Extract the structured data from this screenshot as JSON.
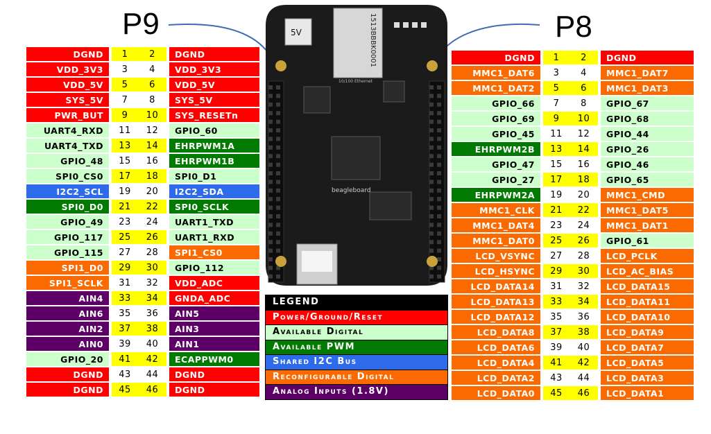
{
  "p9_label": "P9",
  "p8_label": "P8",
  "colors": {
    "red": "#ff0000",
    "lgreen": "#ccffcc",
    "dgreen": "#007a00",
    "blue": "#2e6bea",
    "orange": "#fa6a00",
    "purple": "#5c0066"
  },
  "p9": [
    {
      "l": "DGND",
      "lc": "red",
      "a": "1",
      "b": "2",
      "y": true,
      "r": "DGND",
      "rc": "red"
    },
    {
      "l": "VDD_3V3",
      "lc": "red",
      "a": "3",
      "b": "4",
      "y": false,
      "r": "VDD_3V3",
      "rc": "red"
    },
    {
      "l": "VDD_5V",
      "lc": "red",
      "a": "5",
      "b": "6",
      "y": true,
      "r": "VDD_5V",
      "rc": "red"
    },
    {
      "l": "SYS_5V",
      "lc": "red",
      "a": "7",
      "b": "8",
      "y": false,
      "r": "SYS_5V",
      "rc": "red"
    },
    {
      "l": "PWR_BUT",
      "lc": "red",
      "a": "9",
      "b": "10",
      "y": true,
      "r": "SYS_RESETn",
      "rc": "red"
    },
    {
      "l": "UART4_RXD",
      "lc": "lgreen",
      "a": "11",
      "b": "12",
      "y": false,
      "r": "GPIO_60",
      "rc": "lgreen"
    },
    {
      "l": "UART4_TXD",
      "lc": "lgreen",
      "a": "13",
      "b": "14",
      "y": true,
      "r": "EHRPWM1A",
      "rc": "dgreen"
    },
    {
      "l": "GPIO_48",
      "lc": "lgreen",
      "a": "15",
      "b": "16",
      "y": false,
      "r": "EHRPWM1B",
      "rc": "dgreen"
    },
    {
      "l": "SPI0_CS0",
      "lc": "lgreen",
      "a": "17",
      "b": "18",
      "y": true,
      "r": "SPI0_D1",
      "rc": "lgreen"
    },
    {
      "l": "I2C2_SCL",
      "lc": "blue",
      "a": "19",
      "b": "20",
      "y": false,
      "r": "I2C2_SDA",
      "rc": "blue"
    },
    {
      "l": "SPI0_D0",
      "lc": "dgreen",
      "a": "21",
      "b": "22",
      "y": true,
      "r": "SPI0_SCLK",
      "rc": "dgreen"
    },
    {
      "l": "GPIO_49",
      "lc": "lgreen",
      "a": "23",
      "b": "24",
      "y": false,
      "r": "UART1_TXD",
      "rc": "lgreen"
    },
    {
      "l": "GPIO_117",
      "lc": "lgreen",
      "a": "25",
      "b": "26",
      "y": true,
      "r": "UART1_RXD",
      "rc": "lgreen"
    },
    {
      "l": "GPIO_115",
      "lc": "lgreen",
      "a": "27",
      "b": "28",
      "y": false,
      "r": "SPI1_CS0",
      "rc": "orange"
    },
    {
      "l": "SPI1_D0",
      "lc": "orange",
      "a": "29",
      "b": "30",
      "y": true,
      "r": "GPIO_112",
      "rc": "lgreen"
    },
    {
      "l": "SPI1_SCLK",
      "lc": "orange",
      "a": "31",
      "b": "32",
      "y": false,
      "r": "VDD_ADC",
      "rc": "red"
    },
    {
      "l": "AIN4",
      "lc": "purple",
      "a": "33",
      "b": "34",
      "y": true,
      "r": "GNDA_ADC",
      "rc": "red"
    },
    {
      "l": "AIN6",
      "lc": "purple",
      "a": "35",
      "b": "36",
      "y": false,
      "r": "AIN5",
      "rc": "purple"
    },
    {
      "l": "AIN2",
      "lc": "purple",
      "a": "37",
      "b": "38",
      "y": true,
      "r": "AIN3",
      "rc": "purple"
    },
    {
      "l": "AIN0",
      "lc": "purple",
      "a": "39",
      "b": "40",
      "y": false,
      "r": "AIN1",
      "rc": "purple"
    },
    {
      "l": "GPIO_20",
      "lc": "lgreen",
      "a": "41",
      "b": "42",
      "y": true,
      "r": "ECAPPWM0",
      "rc": "dgreen"
    },
    {
      "l": "DGND",
      "lc": "red",
      "a": "43",
      "b": "44",
      "y": false,
      "r": "DGND",
      "rc": "red"
    },
    {
      "l": "DGND",
      "lc": "red",
      "a": "45",
      "b": "46",
      "y": true,
      "r": "DGND",
      "rc": "red"
    }
  ],
  "p8": [
    {
      "l": "DGND",
      "lc": "red",
      "a": "1",
      "b": "2",
      "y": true,
      "r": "DGND",
      "rc": "red"
    },
    {
      "l": "MMC1_DAT6",
      "lc": "orange",
      "a": "3",
      "b": "4",
      "y": false,
      "r": "MMC1_DAT7",
      "rc": "orange"
    },
    {
      "l": "MMC1_DAT2",
      "lc": "orange",
      "a": "5",
      "b": "6",
      "y": true,
      "r": "MMC1_DAT3",
      "rc": "orange"
    },
    {
      "l": "GPIO_66",
      "lc": "lgreen",
      "a": "7",
      "b": "8",
      "y": false,
      "r": "GPIO_67",
      "rc": "lgreen"
    },
    {
      "l": "GPIO_69",
      "lc": "lgreen",
      "a": "9",
      "b": "10",
      "y": true,
      "r": "GPIO_68",
      "rc": "lgreen"
    },
    {
      "l": "GPIO_45",
      "lc": "lgreen",
      "a": "11",
      "b": "12",
      "y": false,
      "r": "GPIO_44",
      "rc": "lgreen"
    },
    {
      "l": "EHRPWM2B",
      "lc": "dgreen",
      "a": "13",
      "b": "14",
      "y": true,
      "r": "GPIO_26",
      "rc": "lgreen"
    },
    {
      "l": "GPIO_47",
      "lc": "lgreen",
      "a": "15",
      "b": "16",
      "y": false,
      "r": "GPIO_46",
      "rc": "lgreen"
    },
    {
      "l": "GPIO_27",
      "lc": "lgreen",
      "a": "17",
      "b": "18",
      "y": true,
      "r": "GPIO_65",
      "rc": "lgreen"
    },
    {
      "l": "EHRPWM2A",
      "lc": "dgreen",
      "a": "19",
      "b": "20",
      "y": false,
      "r": "MMC1_CMD",
      "rc": "orange"
    },
    {
      "l": "MMC1_CLK",
      "lc": "orange",
      "a": "21",
      "b": "22",
      "y": true,
      "r": "MMC1_DAT5",
      "rc": "orange"
    },
    {
      "l": "MMC1_DAT4",
      "lc": "orange",
      "a": "23",
      "b": "24",
      "y": false,
      "r": "MMC1_DAT1",
      "rc": "orange"
    },
    {
      "l": "MMC1_DAT0",
      "lc": "orange",
      "a": "25",
      "b": "26",
      "y": true,
      "r": "GPIO_61",
      "rc": "lgreen"
    },
    {
      "l": "LCD_VSYNC",
      "lc": "orange",
      "a": "27",
      "b": "28",
      "y": false,
      "r": "LCD_PCLK",
      "rc": "orange"
    },
    {
      "l": "LCD_HSYNC",
      "lc": "orange",
      "a": "29",
      "b": "30",
      "y": true,
      "r": "LCD_AC_BIAS",
      "rc": "orange"
    },
    {
      "l": "LCD_DATA14",
      "lc": "orange",
      "a": "31",
      "b": "32",
      "y": false,
      "r": "LCD_DATA15",
      "rc": "orange"
    },
    {
      "l": "LCD_DATA13",
      "lc": "orange",
      "a": "33",
      "b": "34",
      "y": true,
      "r": "LCD_DATA11",
      "rc": "orange"
    },
    {
      "l": "LCD_DATA12",
      "lc": "orange",
      "a": "35",
      "b": "36",
      "y": false,
      "r": "LCD_DATA10",
      "rc": "orange"
    },
    {
      "l": "LCD_DATA8",
      "lc": "orange",
      "a": "37",
      "b": "38",
      "y": true,
      "r": "LCD_DATA9",
      "rc": "orange"
    },
    {
      "l": "LCD_DATA6",
      "lc": "orange",
      "a": "39",
      "b": "40",
      "y": false,
      "r": "LCD_DATA7",
      "rc": "orange"
    },
    {
      "l": "LCD_DATA4",
      "lc": "orange",
      "a": "41",
      "b": "42",
      "y": true,
      "r": "LCD_DATA5",
      "rc": "orange"
    },
    {
      "l": "LCD_DATA2",
      "lc": "orange",
      "a": "43",
      "b": "44",
      "y": false,
      "r": "LCD_DATA3",
      "rc": "orange"
    },
    {
      "l": "LCD_DATA0",
      "lc": "orange",
      "a": "45",
      "b": "46",
      "y": true,
      "r": "LCD_DATA1",
      "rc": "orange"
    }
  ],
  "legend": [
    {
      "text": "LEGEND",
      "bg": "#000000",
      "fg": "#ffffff"
    },
    {
      "text": "Power/Ground/Reset",
      "bg": "#ff0000",
      "fg": "#ffffff"
    },
    {
      "text": "Available Digital",
      "bg": "#ccffcc",
      "fg": "#000000"
    },
    {
      "text": "Available PWM",
      "bg": "#007a00",
      "fg": "#ffffff"
    },
    {
      "text": "Shared I2C Bus",
      "bg": "#2e6bea",
      "fg": "#ffffff"
    },
    {
      "text": "Reconfigurable Digital",
      "bg": "#fa6a00",
      "fg": "#ffffff"
    },
    {
      "text": "Analog Inputs (1.8V)",
      "bg": "#5c0066",
      "fg": "#ffffff"
    }
  ],
  "board": {
    "power_jack": "5V",
    "ethernet_label": "1513BBBK0001",
    "ethernet_sub": "10/100 Ethernet",
    "brand": "beagleboard"
  }
}
